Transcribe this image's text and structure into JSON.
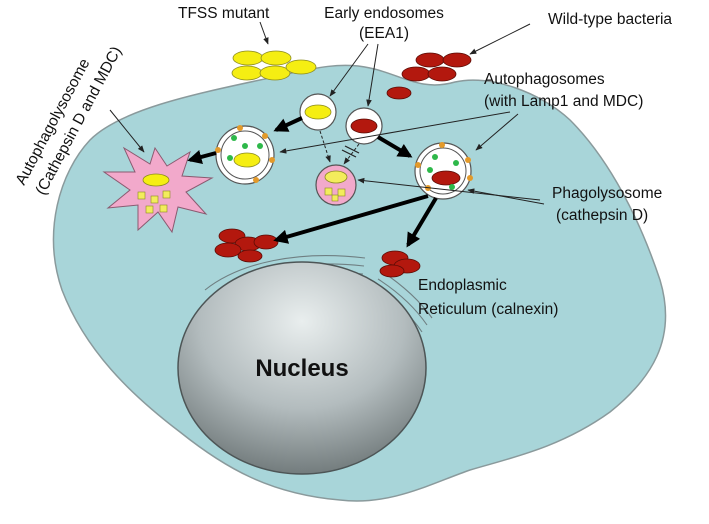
{
  "labels": {
    "tfss_mutant": "TFSS mutant",
    "early_endosomes_line1": "Early endosomes",
    "early_endosomes_line2": "(EEA1)",
    "wild_type_bacteria": "Wild-type bacteria",
    "autophagosomes_line1": "Autophagosomes",
    "autophagosomes_line2": "(with Lamp1 and MDC)",
    "autophagolysosome_line1": "Autophagolysosome",
    "autophagolysosome_line2": "(Cathepsin D and MDC)",
    "phagolysosome_line1": "Phagolysosome",
    "phagolysosome_line2": "(cathepsin D)",
    "er_line1": "Endoplasmic",
    "er_line2": "Reticulum (calnexin)",
    "nucleus": "Nucleus"
  },
  "colors": {
    "cell_fill": "#a8d5d9",
    "cell_outline": "#8a9a9c",
    "mutant_bacteria": "#f5ee12",
    "wild_type_bacteria": "#b3180e",
    "lysosome_pink": "#f2a9cb",
    "lamp1_dots": "#e39a2a",
    "mdc_dots": "#2eb84a",
    "cathepsin_granules": "#f3ec5c"
  }
}
